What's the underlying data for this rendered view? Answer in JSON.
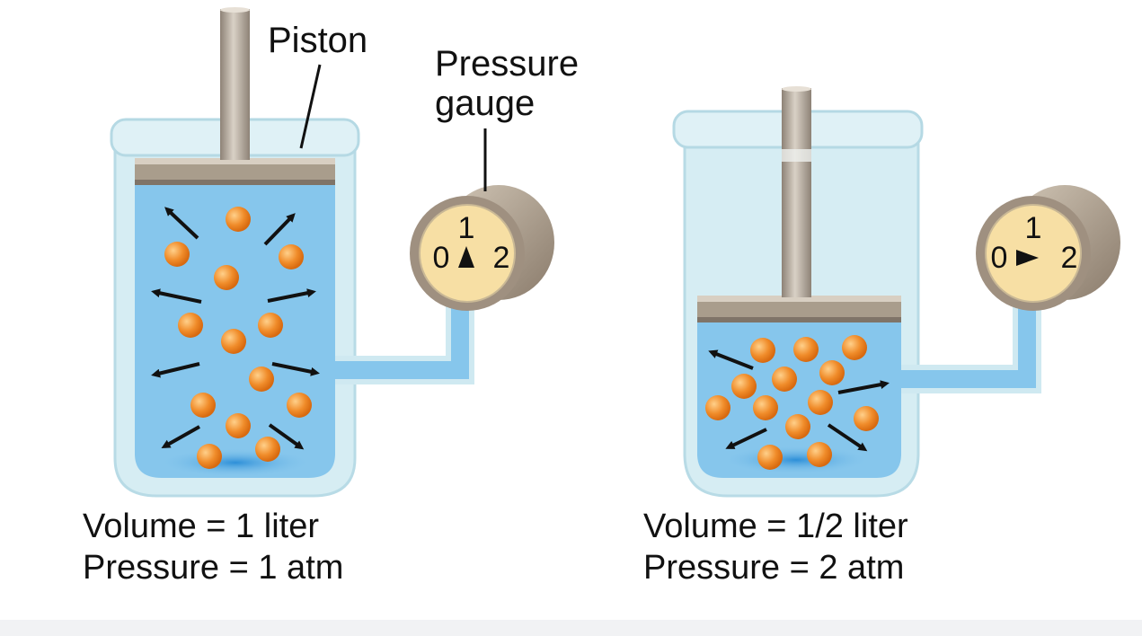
{
  "labels": {
    "piston": "Piston",
    "gauge_line1": "Pressure",
    "gauge_line2": "gauge"
  },
  "panels": [
    {
      "gauge": {
        "left": "0",
        "top": "1",
        "right": "2",
        "pointer": "up"
      },
      "volume_text": "Volume = 1 liter",
      "pressure_text": "Pressure = 1 atm"
    },
    {
      "gauge": {
        "left": "0",
        "top": "1",
        "right": "2",
        "pointer": "right"
      },
      "volume_text": "Volume = 1/2 liter",
      "pressure_text": "Pressure = 2 atm"
    }
  ],
  "colors": {
    "gas": "#86c6ec",
    "glass": "#cfe9f1",
    "particle": "#f08c2a",
    "piston": "#a99d8c",
    "gauge_face": "#f7dfa4",
    "gauge_rim": "#9f9080"
  }
}
